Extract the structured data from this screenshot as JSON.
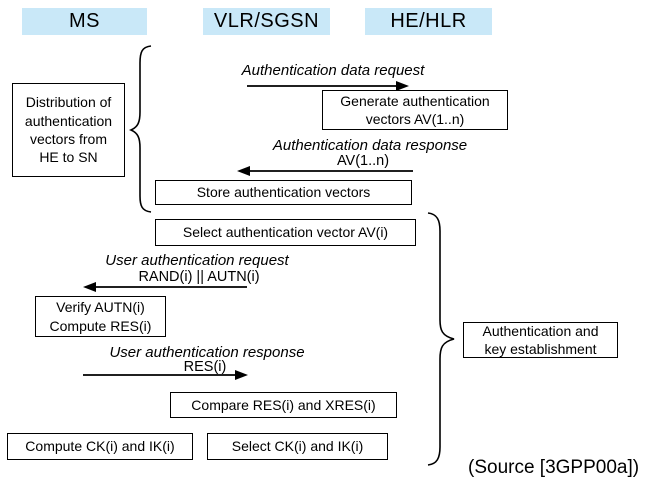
{
  "actors": [
    {
      "label": "MS"
    },
    {
      "label": "VLR/SGSN"
    },
    {
      "label": "HE/HLR"
    }
  ],
  "messages": {
    "auth_data_request": "Authentication data request",
    "auth_data_response": "Authentication data response",
    "auth_data_response_param": "AV(1..n)",
    "user_auth_request": "User authentication request",
    "user_auth_request_param": "RAND(i) || AUTN(i)",
    "user_auth_response": "User authentication response",
    "user_auth_response_param": "RES(i)"
  },
  "boxes": {
    "distribution": {
      "line1": "Distribution of",
      "line2": "authentication",
      "line3": "vectors from",
      "line4": "HE to SN"
    },
    "generate": {
      "line1": "Generate authentication",
      "line2": "vectors AV(1..n)"
    },
    "store": "Store authentication vectors",
    "select_av": "Select authentication vector AV(i)",
    "verify": {
      "line1": "Verify AUTN(i)",
      "line2": "Compute RES(i)"
    },
    "compare": "Compare RES(i) and XRES(i)",
    "compute_ck": "Compute CK(i) and IK(i)",
    "select_ck": "Select CK(i) and IK(i)",
    "auth_key": {
      "line1": "Authentication and",
      "line2": "key establishment"
    }
  },
  "source_note": "(Source [3GPP00a])",
  "colors": {
    "actor_bg": "#c9e8f8",
    "stroke": "#000000",
    "background": "#ffffff"
  }
}
